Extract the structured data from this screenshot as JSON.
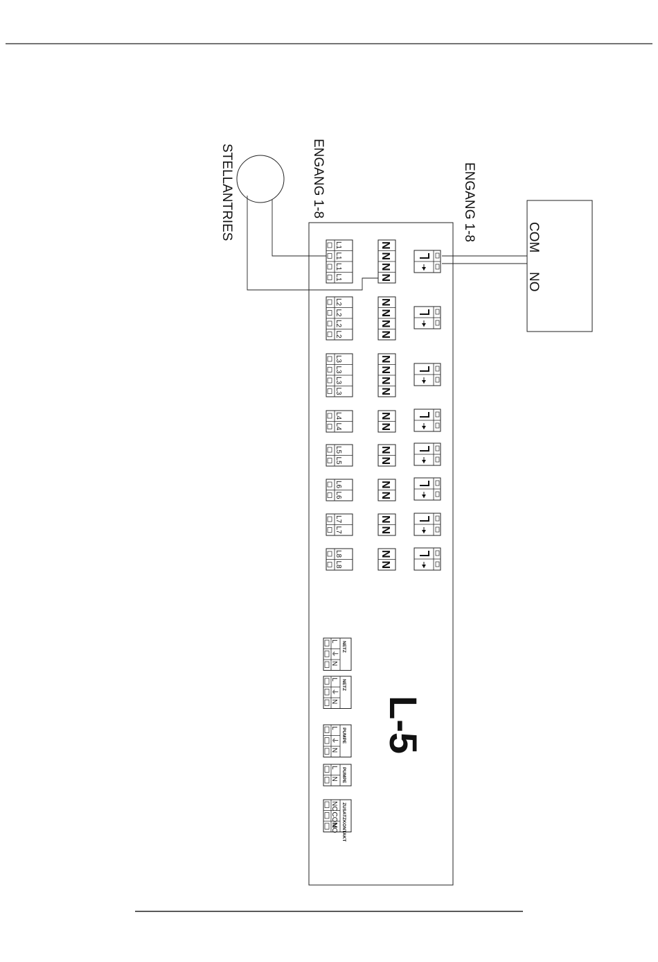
{
  "labels": {
    "sensor": "STELLANTRIES",
    "input_left": "ENGANG 1-8",
    "input_right": "ENGANG 1-8",
    "com": "COM",
    "no": "NO",
    "model": "L-5"
  },
  "terminals": {
    "l1": [
      "L1",
      "L1",
      "L1",
      "L1"
    ],
    "l2": [
      "L2",
      "L2",
      "L2",
      "L2"
    ],
    "l3": [
      "L3",
      "L3",
      "L3",
      "L3"
    ],
    "l4": [
      "L4",
      "L4"
    ],
    "l5": [
      "L5",
      "L5"
    ],
    "l6": [
      "L6",
      "L6"
    ],
    "l7": [
      "L7",
      "L7"
    ],
    "l8": [
      "L8",
      "L8"
    ],
    "n4": [
      "N",
      "N",
      "N",
      "N"
    ],
    "n2": [
      "N",
      "N"
    ],
    "lpe_n": [
      "L",
      "⏚",
      "N"
    ],
    "l_n": [
      "L",
      "N"
    ],
    "nc_com_no": [
      "NC",
      "COM",
      "NO"
    ]
  },
  "power_blocks": {
    "netz1": "NETZ",
    "netz2": "NETZ",
    "pumpe1": "PUMPE",
    "pumpe2": "PUMPE",
    "zusatz": "ZUSATZKONTAKT"
  }
}
